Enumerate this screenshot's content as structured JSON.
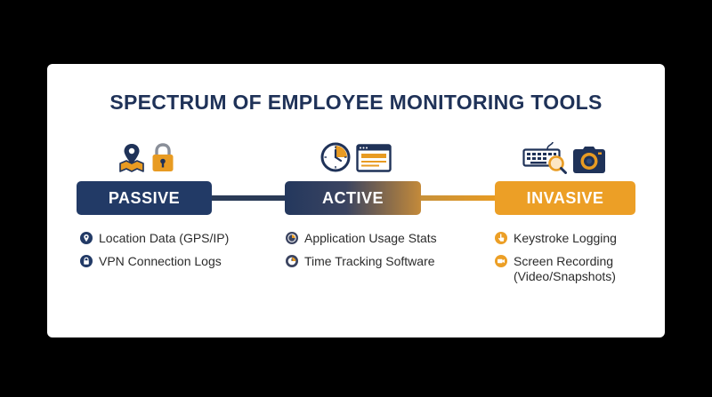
{
  "title": "SPECTRUM OF EMPLOYEE MONITORING TOOLS",
  "colors": {
    "navy": "#223a66",
    "orange": "#ec9f26",
    "background": "#000000"
  },
  "stages": [
    {
      "label": "PASSIVE",
      "icons": [
        "map-pin-icon",
        "padlock-icon"
      ],
      "items": [
        {
          "text": "Location Data (GPS/IP)",
          "icon": "location-pin-icon"
        },
        {
          "text": "VPN Connection Logs",
          "icon": "lock-icon"
        }
      ]
    },
    {
      "label": "ACTIVE",
      "icons": [
        "clock-icon",
        "browser-window-icon"
      ],
      "items": [
        {
          "text": "Application Usage Stats",
          "icon": "pie-chart-icon"
        },
        {
          "text": "Time Tracking Software",
          "icon": "clock-icon"
        }
      ]
    },
    {
      "label": "INVASIVE",
      "icons": [
        "keyboard-magnifier-icon",
        "camera-icon"
      ],
      "items": [
        {
          "text": "Keystroke Logging",
          "icon": "pointer-hand-icon"
        },
        {
          "text": "Screen Recording\n(Video/Snapshots)",
          "icon": "video-camera-icon"
        }
      ]
    }
  ]
}
